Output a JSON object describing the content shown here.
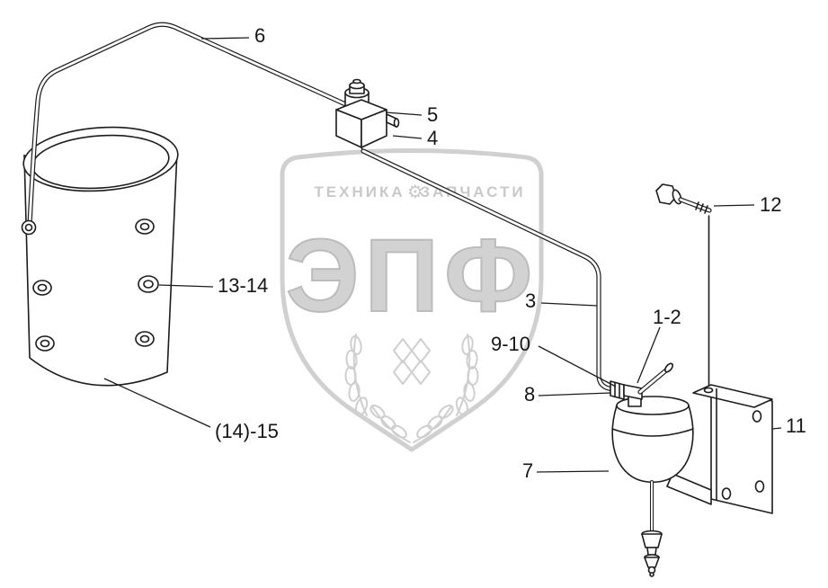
{
  "page": {
    "background_color": "#ffffff",
    "line_color": "#1c1c1c",
    "watermark_color": "#cccccc"
  },
  "watermark": {
    "brand_left": "ТЕХНИКА",
    "brand_right": "ЗАПЧАСТИ",
    "gear_icon": "⚙",
    "logo": "ЭПФ"
  },
  "callouts": {
    "c6": "6",
    "c5": "5",
    "c4": "4",
    "c12": "12",
    "c3": "3",
    "c1_2": "1-2",
    "c9_10": "9-10",
    "c8": "8",
    "c7": "7",
    "c11": "11",
    "c13_14": "13-14",
    "c14_15": "(14)-15"
  }
}
